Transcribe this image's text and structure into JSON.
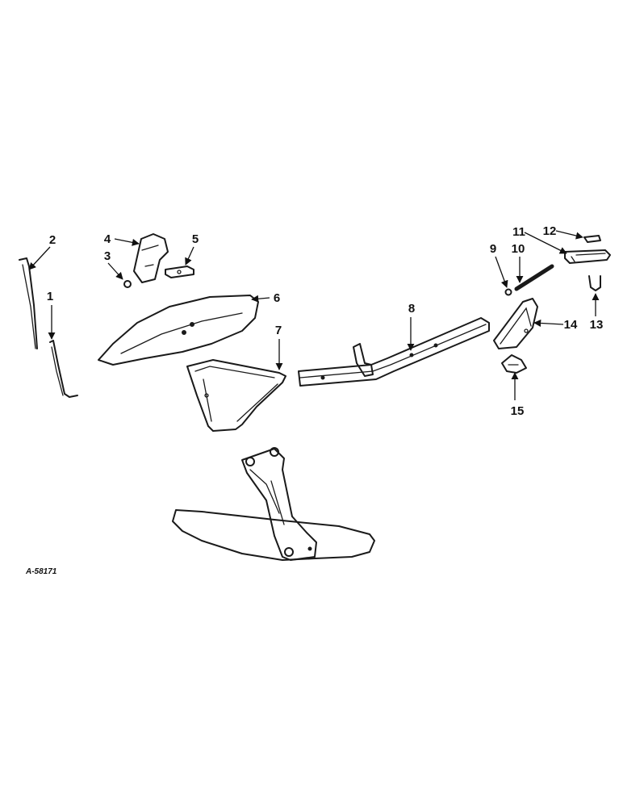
{
  "figure_id": "A-58171",
  "callouts": [
    "1",
    "2",
    "3",
    "4",
    "5",
    "6",
    "7",
    "8",
    "9",
    "10",
    "11",
    "12",
    "13",
    "14",
    "15"
  ],
  "colors": {
    "ink": "#1a1a1a",
    "paper": "#ffffff"
  }
}
